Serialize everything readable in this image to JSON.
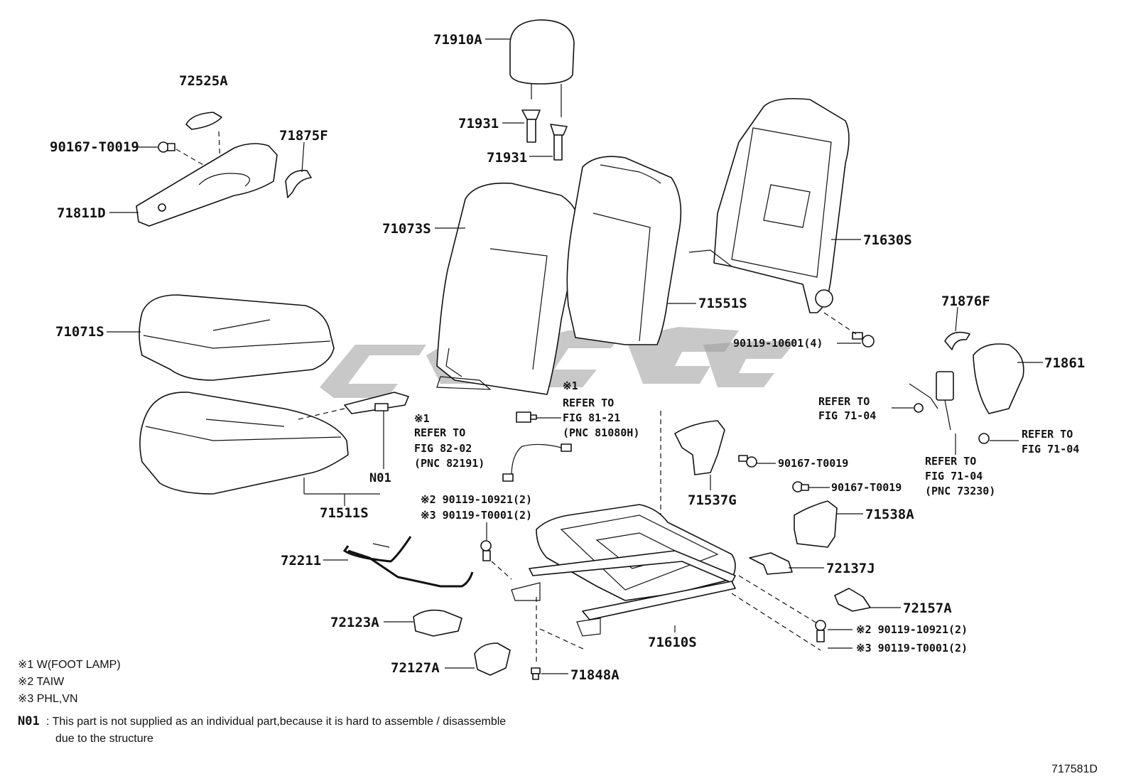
{
  "diagram": {
    "image_code": "717581D",
    "labels": {
      "p71910A": "71910A",
      "p72525A": "72525A",
      "p71931a": "71931",
      "p71931b": "71931",
      "p90167_T0019_a": "90167-T0019",
      "p71875F": "71875F",
      "p71811D": "71811D",
      "p71073S": "71073S",
      "p71630S": "71630S",
      "p71551S": "71551S",
      "p71071S": "71071S",
      "p90119_10601": "90119-10601(4)",
      "p71876F": "71876F",
      "p71861": "71861",
      "n01": "N01",
      "p71511S": "71511S",
      "p71537G": "71537G",
      "p90167_T0019_b": "90167-T0019",
      "p90167_T0019_c": "90167-T0019",
      "p71538A": "71538A",
      "p72211": "72211",
      "p72137J": "72137J",
      "p72157A": "72157A",
      "p72123A": "72123A",
      "p71610S": "71610S",
      "p72127A": "72127A",
      "p71848A": "71848A",
      "s2_bolt_left": "※2 90119-10921(2)",
      "s3_bolt_left": "※3 90119-T0001(2)",
      "s2_bolt_right": "※2 90119-10921(2)",
      "s3_bolt_right": "※3 90119-T0001(2)"
    },
    "references": {
      "ref_81_21": [
        "※1",
        "REFER TO",
        "FIG 81-21",
        "(PNC 81080H)"
      ],
      "ref_82_02": [
        "※1",
        "REFER TO",
        "FIG 82-02",
        "(PNC 82191)"
      ],
      "ref_71_04_a": [
        "REFER TO",
        "FIG 71-04"
      ],
      "ref_71_04_b": [
        "REFER TO",
        "FIG 71-04"
      ],
      "ref_71_04_c": [
        "REFER TO",
        "FIG 71-04",
        "(PNC 73230)"
      ]
    },
    "legend": {
      "s1": "※1 W(FOOT LAMP)",
      "s2": "※2 TAIW",
      "s3": "※3 PHL,VN"
    },
    "note": {
      "code": "N01",
      "line1": ": This part is not supplied as an individual part,because it is hard to assemble / disassemble",
      "line2": "due to the structure"
    }
  }
}
